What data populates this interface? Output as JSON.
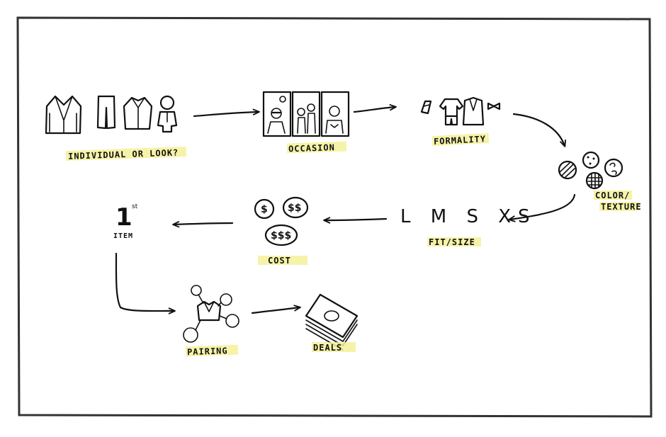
{
  "steps": {
    "individual": {
      "label": "INDIVIDUAL OR LOOK?"
    },
    "occasion": {
      "label": "OCCASION"
    },
    "formality": {
      "label": "FORMALITY"
    },
    "color": {
      "label_line1": "COLOR/",
      "label_line2": "TEXTURE"
    },
    "fit": {
      "label": "FIT/SIZE",
      "sizes": "L M S XS"
    },
    "cost": {
      "label": "COST",
      "coins": [
        "$",
        "$$",
        "$$$"
      ]
    },
    "first_item": {
      "numeral": "1",
      "superscript": "st",
      "label": "ITEM"
    },
    "pairing": {
      "label": "PAIRING"
    },
    "deals": {
      "label": "DEALS"
    }
  },
  "colors": {
    "ink": "#111111",
    "highlight": "#f4f19a",
    "frame": "#333333"
  }
}
